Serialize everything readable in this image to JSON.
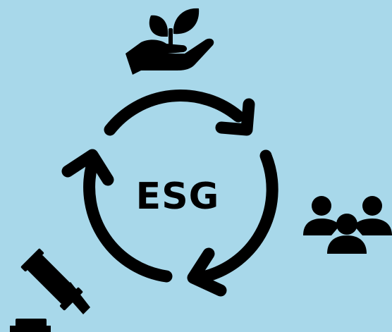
{
  "diagram": {
    "center_label": "ESG",
    "icons": [
      {
        "name": "environment",
        "icon": "hand-holding-plant-icon"
      },
      {
        "name": "social",
        "icon": "people-group-icon"
      },
      {
        "name": "governance",
        "icon": "gavel-icon"
      }
    ],
    "colors": {
      "background": "#a8d8ea",
      "foreground": "#000000"
    }
  }
}
